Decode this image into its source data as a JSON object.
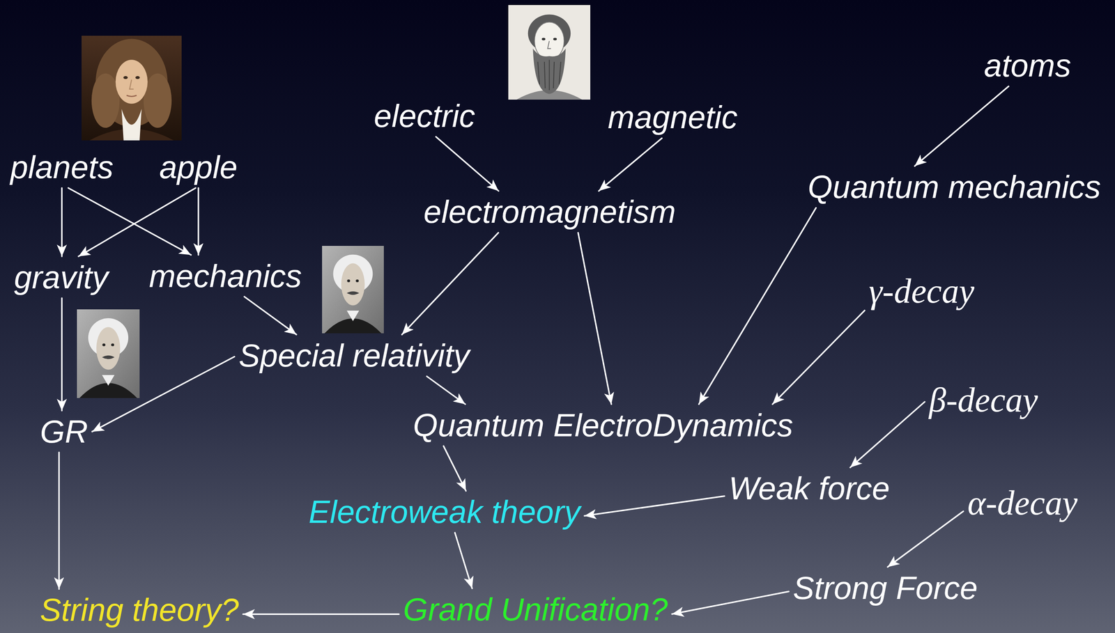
{
  "diagram": {
    "nodes": [
      {
        "text": [
          "atoms"
        ]
      },
      {
        "text": [
          "electric"
        ]
      },
      {
        "text": [
          "magnetic"
        ]
      },
      {
        "text": [
          "planets"
        ]
      },
      {
        "text": [
          "apple"
        ]
      },
      {
        "text": [
          "Quantum mechanics"
        ]
      },
      {
        "text": [
          "electromagnetism"
        ]
      },
      {
        "text": [
          "gravity"
        ]
      },
      {
        "text": [
          "mechanics"
        ]
      },
      {
        "text": [
          "γ-decay"
        ]
      },
      {
        "text": [
          "Special relativity"
        ]
      },
      {
        "text": [
          "GR"
        ]
      },
      {
        "text": [
          "β-decay"
        ]
      },
      {
        "text": [
          "Quantum ElectroDynamics"
        ]
      },
      {
        "text": [
          "Weak force"
        ]
      },
      {
        "text": [
          "α-decay"
        ]
      },
      {
        "text": [
          "Electroweak theory"
        ]
      },
      {
        "text": [
          "Strong Force"
        ]
      },
      {
        "text": [
          "String theory?"
        ]
      },
      {
        "text": [
          "Grand Unification?"
        ]
      }
    ],
    "edges": [
      {
        "from": 3,
        "to": 7,
        "arrow": "to"
      },
      {
        "from": 3,
        "to": 8,
        "arrow": "to"
      },
      {
        "from": 4,
        "to": 7,
        "arrow": "to"
      },
      {
        "from": 4,
        "to": 8,
        "arrow": "to"
      },
      {
        "from": 1,
        "to": 6,
        "arrow": "to"
      },
      {
        "from": 2,
        "to": 6,
        "arrow": "to"
      },
      {
        "from": 0,
        "to": 5,
        "arrow": "to"
      },
      {
        "from": 6,
        "to": 10,
        "arrow": "to"
      },
      {
        "from": 6,
        "to": 13,
        "arrow": "to"
      },
      {
        "from": 8,
        "to": 10,
        "arrow": "to"
      },
      {
        "from": 7,
        "to": 11,
        "arrow": "to"
      },
      {
        "from": 10,
        "to": 11,
        "arrow": "to"
      },
      {
        "from": 10,
        "to": 13,
        "arrow": "to"
      },
      {
        "from": 5,
        "to": 13,
        "arrow": "to"
      },
      {
        "from": 9,
        "to": 13,
        "arrow": "to"
      },
      {
        "from": 12,
        "to": 14,
        "arrow": "to"
      },
      {
        "from": 13,
        "to": 16,
        "arrow": "to"
      },
      {
        "from": 14,
        "to": 16,
        "arrow": "to"
      },
      {
        "from": 15,
        "to": 17,
        "arrow": "to"
      },
      {
        "from": 11,
        "to": 18,
        "arrow": "to"
      },
      {
        "from": 16,
        "to": 19,
        "arrow": "to"
      },
      {
        "from": 17,
        "to": 19,
        "arrow": "to"
      },
      {
        "from": 19,
        "to": 18,
        "arrow": "to"
      }
    ]
  }
}
